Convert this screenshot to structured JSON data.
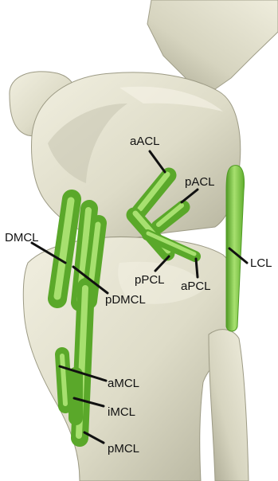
{
  "figure": {
    "colors": {
      "bone_light": "#e9e7d6",
      "bone_mid": "#cfcdb7",
      "bone_shadow": "#8f8d79",
      "ligament": "#79c93f",
      "ligament_light": "#a7e06f",
      "ligament_dark": "#4f9a24",
      "leader_line": "#111111"
    },
    "labels": {
      "aACL": "aACL",
      "pACL": "pACL",
      "DMCL": "DMCL",
      "LCL": "LCL",
      "pPCL": "pPCL",
      "aPCL": "aPCL",
      "pDMCL": "pDMCL",
      "aMCL": "aMCL",
      "iMCL": "iMCL",
      "pMCL": "pMCL"
    }
  }
}
